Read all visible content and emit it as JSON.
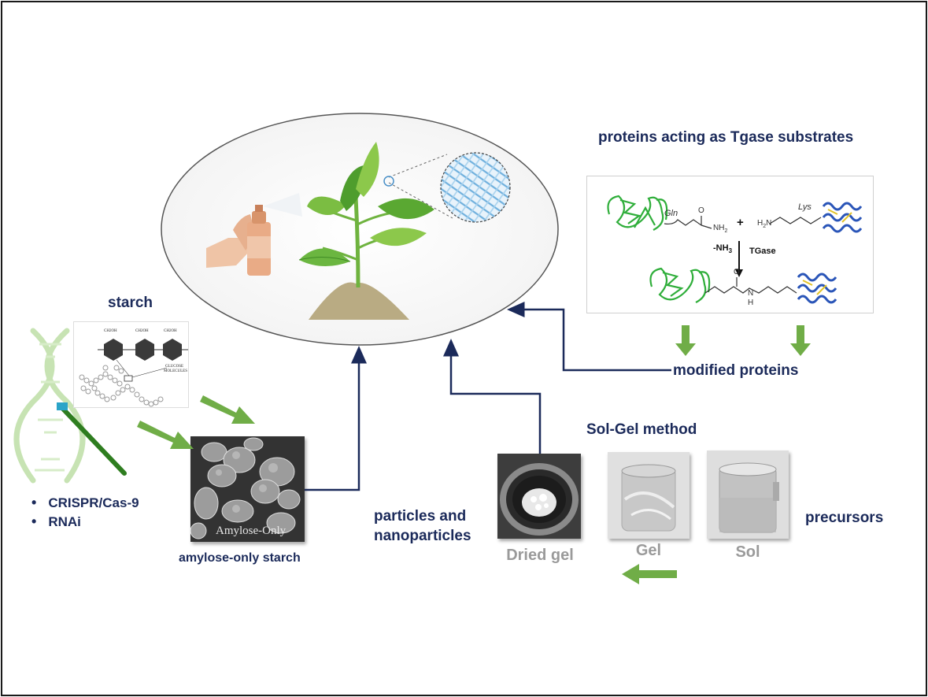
{
  "center": {
    "tgase_title": "proteins acting as Tgase substrates",
    "starch_title": "starch",
    "modified_proteins": "modified proteins",
    "sol_gel_title": "Sol-Gel method",
    "particles_line1": "particles and",
    "particles_line2": "nanoparticles",
    "precursors": "precursors",
    "amylose_caption": "amylose-only starch",
    "amylose_photo_label": "Amylose-Only"
  },
  "bullets": [
    "CRISPR/Cas-9",
    "RNAi"
  ],
  "reaction": {
    "gln": "Gln",
    "lys": "Lys",
    "nh2_left": "NH",
    "nh2_left_sub": "2",
    "h2n_right": "H",
    "h2n_right_sub": "2",
    "h2n_right_n": "N",
    "plus": "+",
    "minus_nh3": "-NH",
    "minus_nh3_sub": "3",
    "tgase": "TGase",
    "o_top": "O",
    "o_bottom": "O",
    "n_bottom": "N",
    "h_bottom": "H"
  },
  "starch_schematic": {
    "ch2oh_1": "CH2OH",
    "ch2oh_2": "CH2OH",
    "ch2oh_3": "CH2OH",
    "glucose": "GLUCOSE",
    "molecules": "MOLECULES"
  },
  "photos": {
    "dried_gel": "Dried gel",
    "gel": "Gel",
    "sol": "Sol"
  },
  "colors": {
    "arrow_green": "#70ad47",
    "connector_navy": "#1b2a5a",
    "label_navy": "#1b2a5a"
  }
}
